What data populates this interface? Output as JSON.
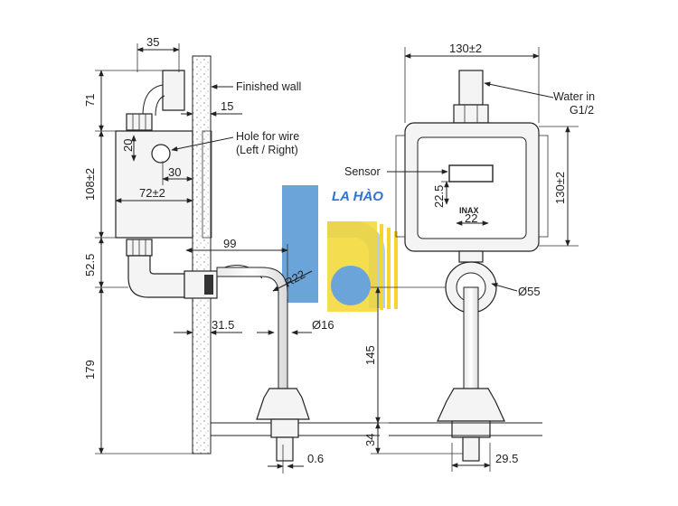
{
  "side_view": {
    "dims": {
      "top_width": "35",
      "top_height": "71",
      "wall_gap": "15",
      "hole_offset": "20",
      "depth_30": "30",
      "body_width": "72±2",
      "body_height": "108±2",
      "elbow_height": "52.5",
      "reach": "99",
      "bend_radius": "R22",
      "wall_offset": "31.5",
      "pipe_dia": "Ø16",
      "drop": "179",
      "tip": "0.6"
    },
    "labels": {
      "finished_wall": "Finished wall",
      "hole_line1": "Hole for wire",
      "hole_line2": "(Left / Right)"
    }
  },
  "front_view": {
    "dims": {
      "top_width": "130±2",
      "height": "130±2",
      "window_h": "22.5",
      "window_w": "22",
      "flange": "Ø55",
      "drop": "145",
      "bottom": "34",
      "pipe_w": "29.5"
    },
    "labels": {
      "water_in_line1": "Water in",
      "water_in_line2": "G1/2",
      "sensor": "Sensor",
      "brand": "INAX"
    }
  },
  "watermark": {
    "text": "LA HÀO",
    "colors": {
      "blue": "#5b9bd5",
      "light_blue": "#a9cbef",
      "yellow": "#f2d21b"
    }
  }
}
